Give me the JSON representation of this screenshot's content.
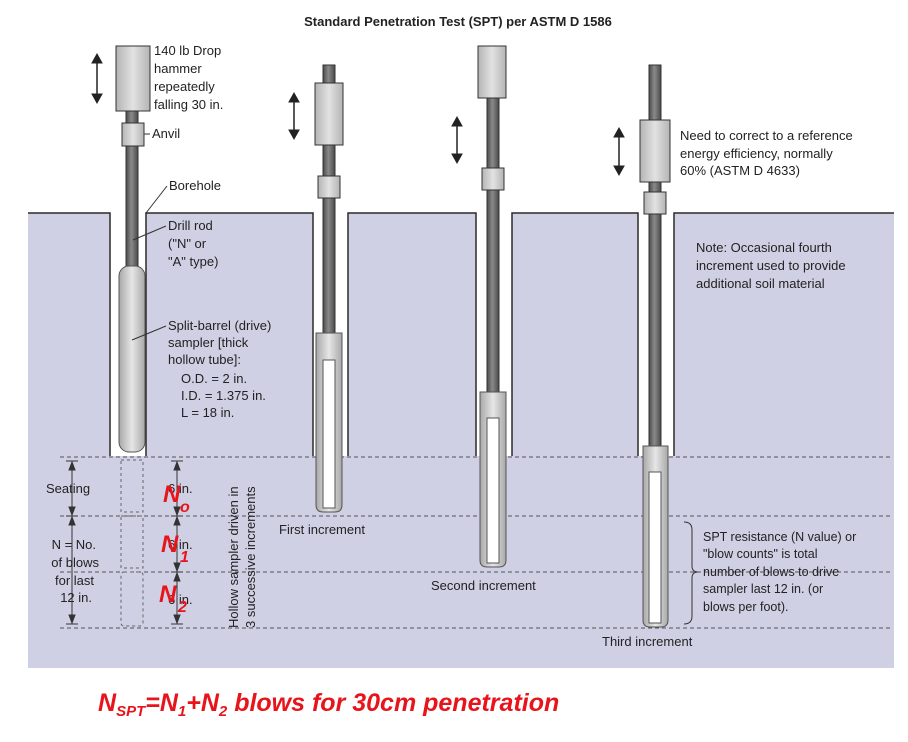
{
  "title": "Standard Penetration Test (SPT) per ASTM D 1586",
  "colors": {
    "soil": "#d0d0e4",
    "rod": "#6c6c6c",
    "hammer": "#c8c8c8",
    "red": "#e8141c",
    "line": "#444444",
    "dark_edge": "#2a2a2a"
  },
  "labels": {
    "hammer": [
      "140 lb Drop",
      "hammer",
      "repeatedly",
      "falling 30 in."
    ],
    "anvil": "Anvil",
    "borehole": "Borehole",
    "drill_rod": [
      "Drill rod",
      "(\"N\" or",
      "\"A\" type)"
    ],
    "sampler": [
      "Split-barrel (drive)",
      "sampler [thick",
      "hollow tube]:"
    ],
    "dims": [
      "O.D. = 2 in.",
      "I.D. = 1.375 in.",
      "L  = 18 in."
    ],
    "seating": "Seating",
    "n_blows": [
      "N = No.",
      "of blows",
      "for last",
      "12 in."
    ],
    "in_6": "6 in.",
    "vertical": [
      "Hollow sampler driven in",
      "3 successive increments"
    ],
    "first_increment": "First increment",
    "second_increment": "Second increment",
    "third_increment": "Third increment",
    "correction": [
      "Need to correct to a reference",
      "energy efficiency, normally",
      "60% (ASTM D 4633)"
    ],
    "note": [
      "Note: Occasional fourth",
      "increment used to provide",
      "additional soil material"
    ],
    "spt": [
      "SPT resistance (N value) or",
      "\"blow counts\" is total",
      "number of blows to drive",
      "sampler last 12 in. (or",
      "blows per foot)."
    ]
  },
  "red_labels": {
    "n0": {
      "main": "N",
      "sub": "o"
    },
    "n1": {
      "main": "N",
      "sub": "1"
    },
    "n2": {
      "main": "N",
      "sub": "2"
    }
  },
  "formula": {
    "n": "N",
    "n_sub": "SPT",
    "eq": "=N",
    "sub1": "1",
    "plus": "+N",
    "sub2": "2",
    "rest": " blows for 30cm penetration"
  }
}
